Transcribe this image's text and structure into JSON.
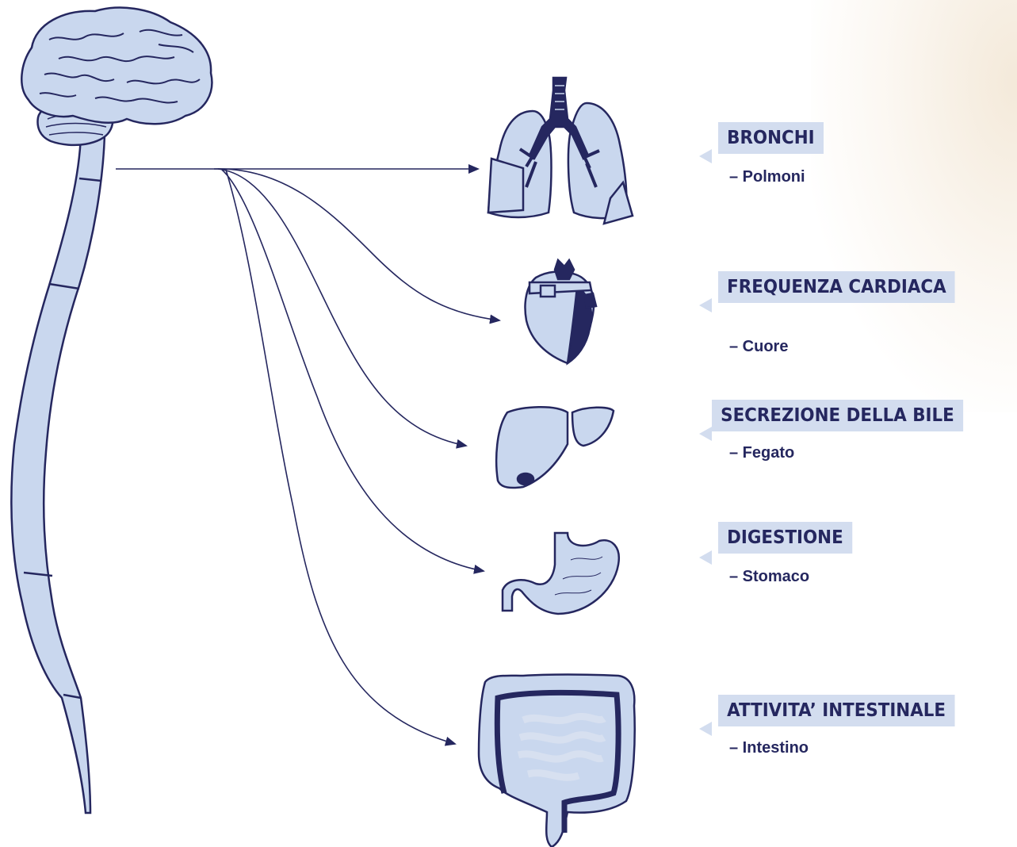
{
  "colors": {
    "fill": "#c9d7ee",
    "stroke": "#25275f",
    "label_bg": "#d3ddef",
    "text": "#25275f"
  },
  "labels": [
    {
      "title": "BRONCHI",
      "subtitle": "– Polmoni",
      "organ_icon": "lungs-icon"
    },
    {
      "title": "FREQUENZA CARDIACA",
      "subtitle": "– Cuore",
      "organ_icon": "heart-icon"
    },
    {
      "title": "SECREZIONE DELLA BILE",
      "subtitle": "– Fegato",
      "organ_icon": "liver-icon"
    },
    {
      "title": "DIGESTIONE",
      "subtitle": "– Stomaco",
      "organ_icon": "stomach-icon"
    },
    {
      "title": "ATTIVITA’ INTESTINALE",
      "subtitle": "– Intestino",
      "organ_icon": "intestine-icon"
    }
  ],
  "source_icon": "brain-spinal-cord-icon"
}
